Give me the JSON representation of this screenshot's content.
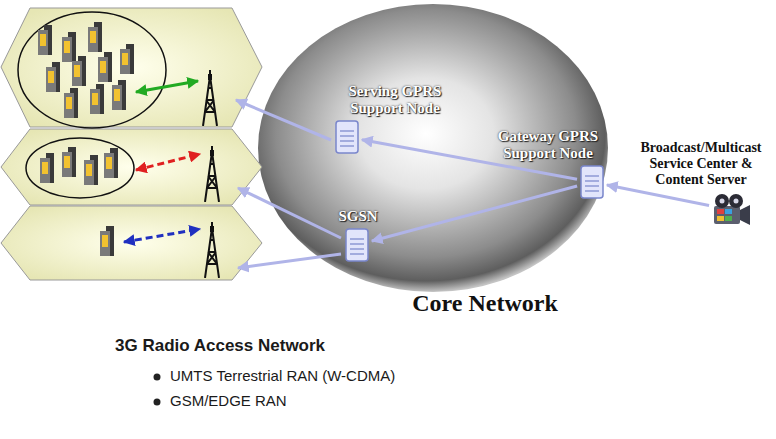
{
  "diagram": {
    "nodes": [
      {
        "text": [
          "Core Network"
        ]
      },
      {
        "text": [
          "Serving GPRS Support Node"
        ],
        "in": 0
      },
      {
        "text": [
          "Gateway GPRS Support Node"
        ],
        "in": 0
      },
      {
        "text": [
          "SGSN"
        ],
        "in": 0
      },
      {
        "text": [
          "Broadcast/Multicast Service Center & Content Server"
        ]
      }
    ],
    "edges": [
      {
        "from": 2,
        "to": 1,
        "arrow": "to"
      },
      {
        "from": 2,
        "to": 3,
        "arrow": "to"
      },
      {
        "from": 4,
        "to": 2,
        "arrow": "to"
      }
    ],
    "labels": [
      "3G Radio Access Network",
      "UMTS Terrestrial RAN (W-CDMA)",
      "GSM/EDGE RAN"
    ]
  }
}
